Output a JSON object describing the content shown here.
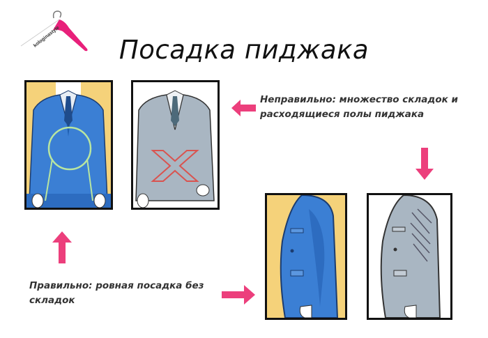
{
  "logo": {
    "text": "kologinastyle",
    "color": "#e8207a"
  },
  "title": "Посадка пиджака",
  "captions": {
    "wrong": "Неправильно: множество складок и расходящиеся полы пиджака",
    "right": "Правильно: ровная посадка  без складок"
  },
  "colors": {
    "arrow": "#ec3f7c",
    "correct_bg": "#f5d27a",
    "correct_suit": "#3b7fd4",
    "wrong_suit": "#a9b6c2",
    "circle": "#b9e6a0",
    "x_mark": "#d9534f"
  },
  "panels": [
    {
      "view": "front",
      "fit": "correct"
    },
    {
      "view": "front",
      "fit": "wrong"
    },
    {
      "view": "side",
      "fit": "correct"
    },
    {
      "view": "side",
      "fit": "wrong"
    }
  ],
  "arrows": [
    "left",
    "down",
    "up",
    "right"
  ]
}
